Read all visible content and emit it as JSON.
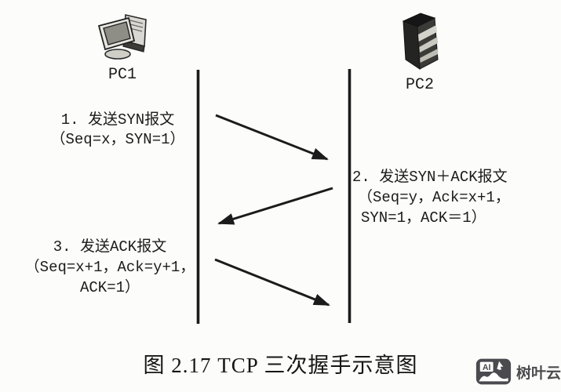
{
  "diagram": {
    "pc1": {
      "label": "PC1",
      "icon": "desktop-computer-icon"
    },
    "pc2": {
      "label": "PC2",
      "icon": "server-tower-icon"
    },
    "steps": [
      {
        "id": 1,
        "direction": "PC1→PC2",
        "lines": [
          "1. 发送SYN报文",
          "（Seq=x，SYN=1）"
        ]
      },
      {
        "id": 2,
        "direction": "PC2→PC1",
        "lines": [
          "2. 发送SYN＋ACK报文",
          "（Seq=y，Ack=x+1，",
          "SYN=1，ACK＝1）"
        ]
      },
      {
        "id": 3,
        "direction": "PC1→PC2",
        "lines": [
          "3. 发送ACK报文",
          "（Seq=x+1，Ack=y+1，",
          "ACK=1）"
        ]
      }
    ],
    "arrows": [
      {
        "name": "syn",
        "from": "PC1",
        "to": "PC2"
      },
      {
        "name": "syn-ack",
        "from": "PC2",
        "to": "PC1"
      },
      {
        "name": "ack",
        "from": "PC1",
        "to": "PC2"
      }
    ],
    "caption": "图 2.17  TCP 三次握手示意图",
    "ink_color": "#1b1b1b"
  },
  "watermark": {
    "logo_text": "AI",
    "brand": "树叶云",
    "color": "#4b4b4f"
  }
}
